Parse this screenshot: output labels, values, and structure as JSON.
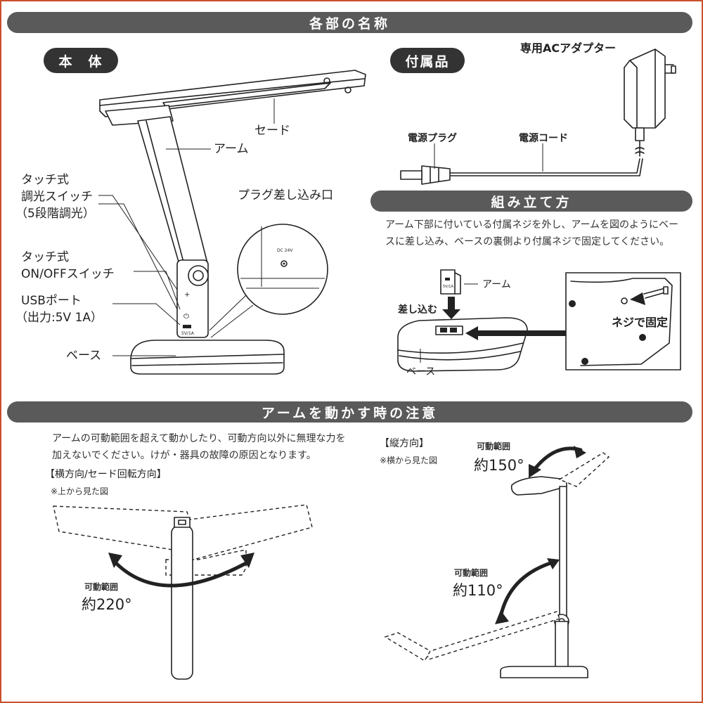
{
  "sections": {
    "parts_title": "各部の名称",
    "assembly_title": "組み立て方",
    "caution_title": "アームを動かす時の注意"
  },
  "body_part": {
    "tag": "本　体",
    "shade": "セード",
    "arm": "アーム",
    "plug_inlet": "プラグ差し込み口",
    "inlet_marking": "DC 24V",
    "touch_dim_line1": "タッチ式",
    "touch_dim_line2": "調光スイッチ",
    "touch_dim_line3": "（5段階調光）",
    "touch_onoff_line1": "タッチ式",
    "touch_onoff_line2": "ON/OFFスイッチ",
    "usb_line1": "USBポート",
    "usb_line2": "（出力:5V 1A）",
    "usb_marking": "5V/1A",
    "base": "ベース"
  },
  "accessories": {
    "tag": "付属品",
    "adapter": "専用ACアダプター",
    "plug": "電源プラグ",
    "cord": "電源コード"
  },
  "assembly": {
    "instruction": "アーム下部に付いている付属ネジを外し、アームを図のようにベースに差し込み、ベースの裏側より付属ネジで固定してください。",
    "arm": "アーム",
    "insert": "差し込む",
    "base": "ベース",
    "screw_fix": "ネジで固定",
    "arm_marking": "5V/1A"
  },
  "caution": {
    "warning": "アームの可動範囲を超えて動かしたり、可動方向以外に無理な力を加えないでください。けが・器具の故障の原因となります。",
    "horizontal_heading": "【横方向/セード回転方向】",
    "horizontal_note": "※上から見た図",
    "horizontal_range_label": "可動範囲",
    "horizontal_range_value": "約220°",
    "vertical_heading": "【縦方向】",
    "vertical_note": "※横から見た図",
    "vertical_top_label": "可動範囲",
    "vertical_top_value": "約150°",
    "vertical_bottom_label": "可動範囲",
    "vertical_bottom_value": "約110°"
  }
}
